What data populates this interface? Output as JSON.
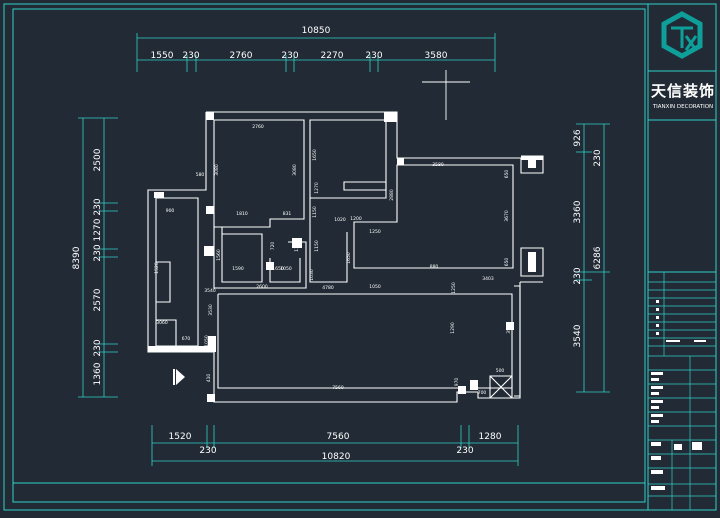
{
  "brand": {
    "name": "天信装饰",
    "sub": "TIANXIN DECORATION"
  },
  "colors": {
    "bg": "#222b35",
    "frame": "#2fd1c6",
    "wall": "#ffffff",
    "dim": "#ffffff",
    "note": "#ffffff",
    "logo": "#0e9f9a"
  },
  "dims": {
    "top_total": "10850",
    "top_segments": [
      "1550",
      "230",
      "2760",
      "230",
      "2270",
      "230",
      "3580"
    ],
    "bottom_segments": [
      "1520",
      "7560",
      "1280"
    ],
    "bottom_230a": "230",
    "bottom_230b": "230",
    "bottom_total": "10820",
    "left_total": "8390",
    "left_segments": [
      "2500",
      "230",
      "1270",
      "230",
      "2570",
      "230",
      "1360"
    ],
    "right_outer": [
      "926",
      "3360",
      "230",
      "3540"
    ],
    "right_inner": [
      "230",
      "6286"
    ]
  },
  "room_labels": [
    "2760",
    "3080",
    "3080",
    "1810",
    "831",
    "1650",
    "1270",
    "1150",
    "1150",
    "1020",
    "1250",
    "2880",
    "3580",
    "650",
    "3670",
    "650",
    "1560",
    "1590",
    "1050",
    "720",
    "1110",
    "1030",
    "2600",
    "1650",
    "1650",
    "880",
    "4780",
    "1050",
    "3403",
    "1250",
    "1290",
    "3530",
    "1050",
    "7560",
    "500",
    "700",
    "1520",
    "410",
    "3060",
    "670",
    "3520",
    "970",
    "3540",
    "1200",
    "580",
    "900"
  ]
}
